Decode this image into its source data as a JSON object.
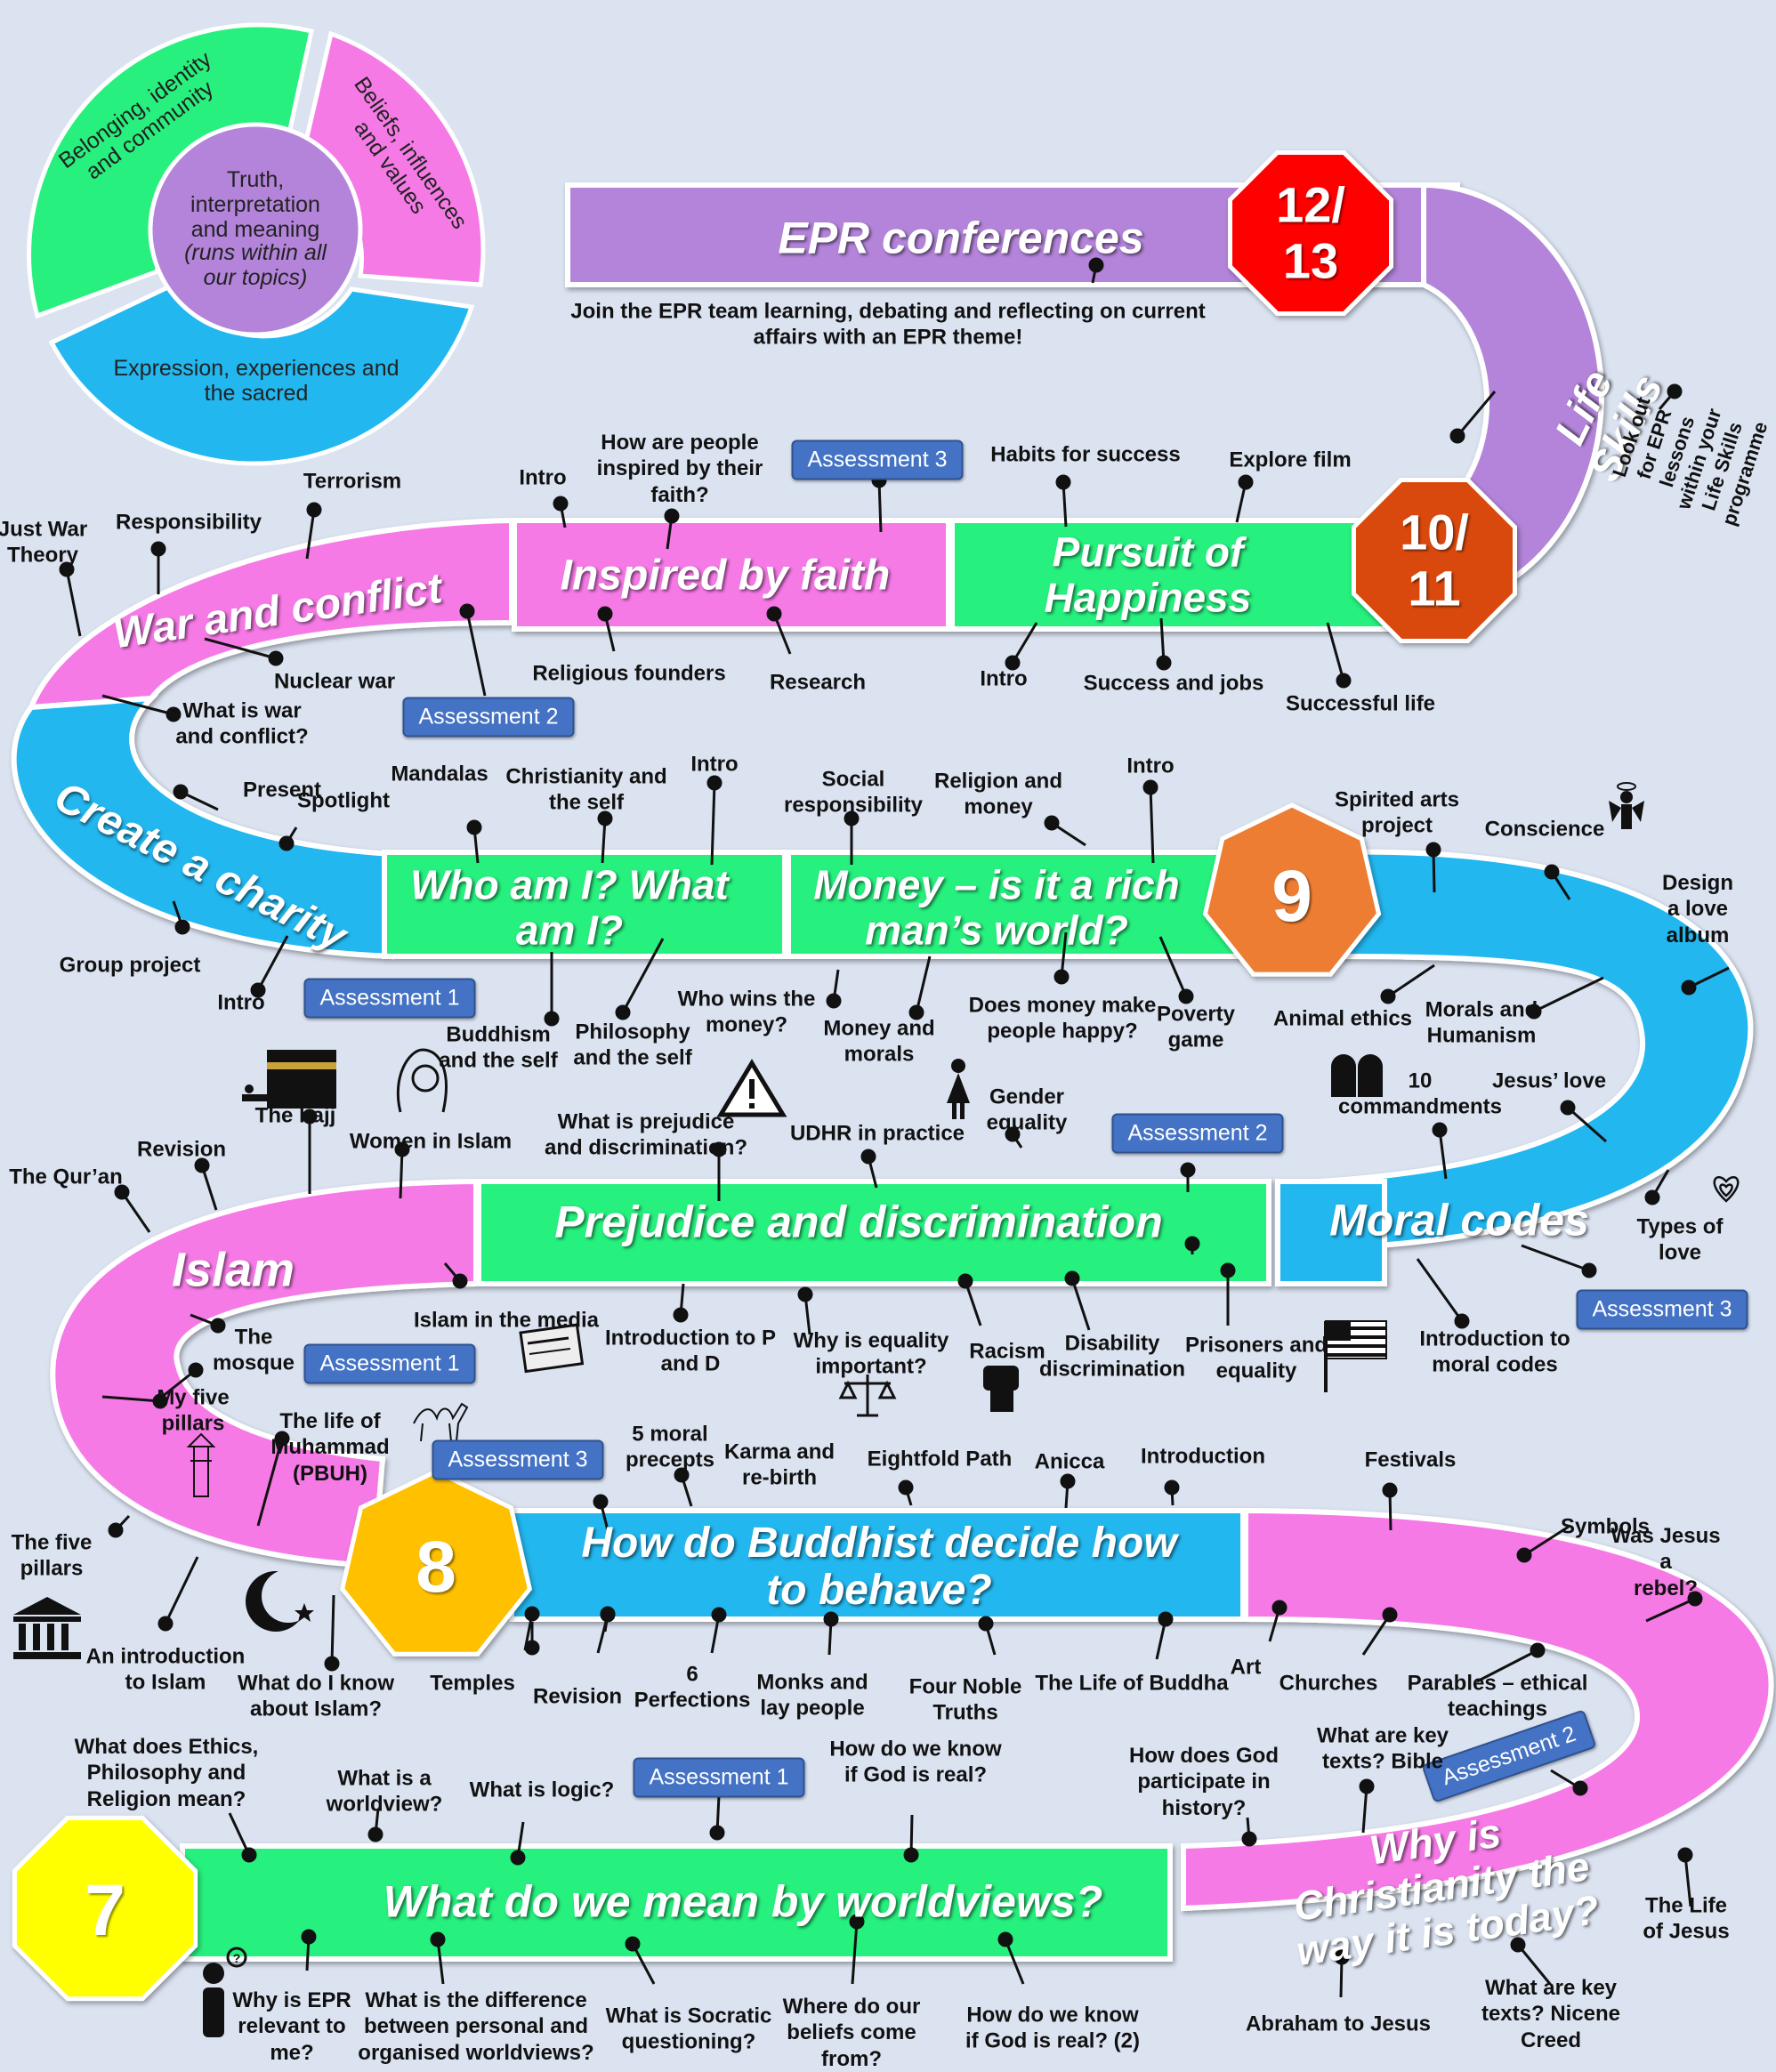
{
  "colors": {
    "background": "#dbe3f1",
    "purple": "#b384d9",
    "pink": "#f67ae6",
    "green": "#28f07e",
    "cyan": "#22b7ef",
    "red_octagon": "#ff0000",
    "darkorange_octagon": "#d9480a",
    "orange_octagon": "#ed7d31",
    "gold_octagon": "#ffc000",
    "yellow_octagon": "#ffff00",
    "assessment_blue": "#4472c4"
  },
  "cycle": {
    "segment1": "Belonging, identity\nand community",
    "segment2": "Beliefs, influences\nand values",
    "segment3": "Expression, experiences and\nthe sacred",
    "center_line1": "Truth,\ninterpretation\nand meaning",
    "center_line2": "(runs within all\nour topics)"
  },
  "years": {
    "y1213": "12/\n13",
    "y1011": "10/\n11",
    "y9": "9",
    "y8": "8",
    "y7": "7"
  },
  "topics": {
    "epr_conferences": "EPR conferences",
    "life_skills": "Life Skills",
    "war_and_conflict": "War and conflict",
    "inspired_by_faith": "Inspired by faith",
    "pursuit_of_happiness": "Pursuit of\nHappiness",
    "create_a_charity": "Create a charity",
    "who_am_i": "Who am I? What\nam I?",
    "money": "Money – is it a rich\nman’s world?",
    "prejudice": "Prejudice and discrimination",
    "moral_codes": "Moral codes",
    "islam": "Islam",
    "buddhist": "How do Buddhist decide how\nto behave?",
    "christianity": "Why is Christianity the\nway it is today?",
    "worldviews": "What do we mean by worldviews?"
  },
  "labels": {
    "epr_join": "Join the EPR team learning, debating and reflecting on current\naffairs with an EPR theme!",
    "life_skills_note": "Look out for EPR lessons within your\nLife Skills programme",
    "just_war": "Just War\nTheory",
    "responsibility": "Responsibility",
    "terrorism": "Terrorism",
    "nuclear_war": "Nuclear war",
    "what_is_war": "What is war\nand conflict?",
    "intro_faith": "Intro",
    "how_inspired": "How are people\ninspired by their\nfaith?",
    "religious_founders": "Religious founders",
    "research": "Research",
    "habits": "Habits for success",
    "explore_film": "Explore film",
    "intro_happiness": "Intro",
    "success_jobs": "Success and jobs",
    "successful_life": "Successful life",
    "present": "Present",
    "spotlight": "Spotlight",
    "group_project": "Group project",
    "intro_charity": "Intro",
    "mandalas": "Mandalas",
    "christianity_self": "Christianity and\nthe self",
    "intro_who": "Intro",
    "buddhism_self": "Buddhism\nand the self",
    "philosophy_self": "Philosophy\nand the self",
    "social_resp": "Social\nresponsibility",
    "religion_money": "Religion and\nmoney",
    "intro_money": "Intro",
    "who_wins": "Who wins the\nmoney?",
    "money_morals": "Money and\nmorals",
    "money_happy": "Does money make\npeople happy?",
    "poverty_game": "Poverty\ngame",
    "spirited_arts": "Spirited arts\nproject",
    "conscience": "Conscience",
    "design_love": "Design a love\nalbum",
    "animal_ethics": "Animal ethics",
    "morals_humanism": "Morals and\nHumanism",
    "ten_commandments": "10\ncommandments",
    "jesus_love": "Jesus’ love",
    "types_love": "Types of love",
    "intro_moral_codes": "Introduction to\nmoral codes",
    "the_hajj": "The hajj",
    "women_islam": "Women in Islam",
    "revision_islam": "Revision",
    "the_quran": "The Qur’an",
    "islam_media": "Islam in the media",
    "the_mosque": "The\nmosque",
    "my_five_pillars": "My five\npillars",
    "life_muhammad": "The life of\nMuhammad\n(PBUH)",
    "five_pillars": "The five\npillars",
    "intro_islam": "An introduction\nto Islam",
    "what_know_islam": "What do I know\nabout Islam?",
    "temples": "Temples",
    "what_is_prejudice": "What is prejudice\nand discrimination?",
    "udhr": "UDHR in practice",
    "gender_equality": "Gender\nequality",
    "intro_pd": "Introduction to P\nand D",
    "why_equality": "Why is equality\nimportant?",
    "racism": "Racism",
    "disability": "Disability\ndiscrimination",
    "prisoners": "Prisoners and\nequality",
    "five_moral": "5 moral\nprecepts",
    "karma": "Karma and\nre-birth",
    "eightfold": "Eightfold Path",
    "anicca": "Anicca",
    "introduction_b": "Introduction",
    "revision_b": "Revision",
    "six_perfections": "6\nPerfections",
    "monks": "Monks and\nlay people",
    "four_truths": "Four Noble\nTruths",
    "life_buddha": "The Life of Buddha",
    "art": "Art",
    "festivals": "Festivals",
    "symbols": "Symbols",
    "jesus_rebel": "Was Jesus a\nrebel?",
    "churches": "Churches",
    "parables": "Parables – ethical\nteachings",
    "key_texts_bible": "What are key\ntexts? Bible",
    "god_history": "How does God\nparticipate in\nhistory?",
    "life_jesus": "The Life of Jesus",
    "key_texts_nicene": "What are key\ntexts? Nicene\nCreed",
    "abraham": "Abraham to Jesus",
    "what_epr_mean": "What does Ethics,\nPhilosophy and\nReligion mean?",
    "what_worldview": "What is a\nworldview?",
    "what_logic": "What is logic?",
    "how_god_real": "How do we know\nif God is real?",
    "why_epr": "Why is EPR\nrelevant to\nme?",
    "difference": "What is the difference\nbetween personal and\norganised worldviews?",
    "socratic": "What is Socratic\nquestioning?",
    "where_beliefs": "Where do our\nbeliefs come\nfrom?",
    "how_god_real2": "How do we know\nif God is real? (2)"
  },
  "assessments": {
    "a_faith": "Assessment 3",
    "a_war": "Assessment 2",
    "a_charity": "Assessment 1",
    "a_prejudice": "Assessment 2",
    "a_moral": "Assessment 3",
    "a_islam": "Assessment 1",
    "a_buddhist": "Assessment 3",
    "a_christianity": "Assessment 2",
    "a_worldviews": "Assessment 1"
  },
  "icons": [
    "kaaba-icon",
    "hijab-woman-icon",
    "warning-icon",
    "male-figure-icon",
    "female-figure-icon",
    "tablets-icon",
    "angel-icon",
    "heart-spiral-icon",
    "newspaper-icon",
    "scales-icon",
    "fist-icon",
    "flag-icon",
    "camel-icon",
    "minaret-icon",
    "crescent-star-icon",
    "temple-icon",
    "thinker-icon"
  ]
}
